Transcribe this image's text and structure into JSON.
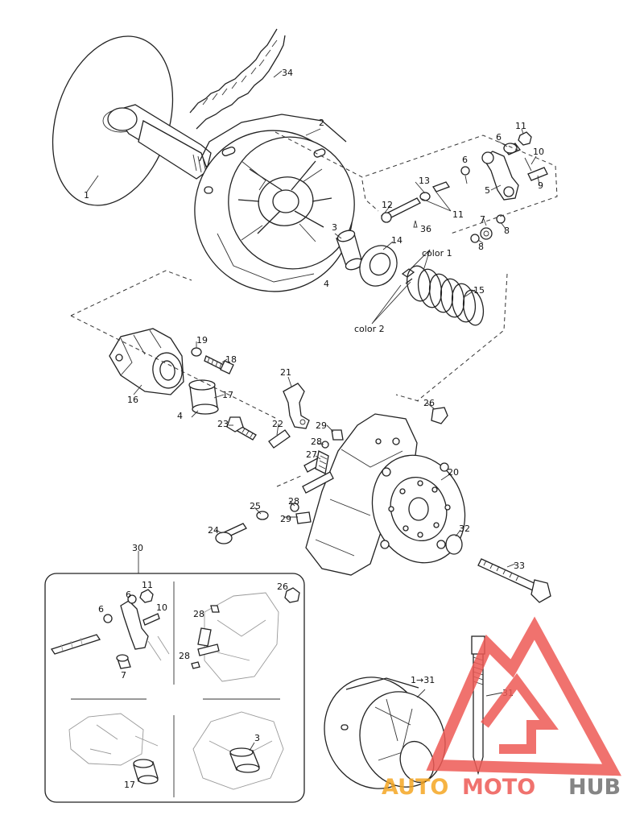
{
  "parts": {
    "p1": "1",
    "p2": "2",
    "p3": "3",
    "p4a": "4",
    "p4b": "4",
    "p5": "5",
    "p6": "6",
    "p6b": "6",
    "p7": "7",
    "p8a": "8",
    "p8b": "8",
    "p9": "9",
    "p10": "10",
    "p11": "11",
    "p11b": "11",
    "p12": "12",
    "p13": "13",
    "p14": "14",
    "p15": "15",
    "p16": "16",
    "p17": "17",
    "p18": "18",
    "p19": "19",
    "p20": "20",
    "p21": "21",
    "p22": "22",
    "p23": "23",
    "p24": "24",
    "p25": "25",
    "p26": "26",
    "p27": "27",
    "p28a": "28",
    "p28b": "28",
    "p29a": "29",
    "p29b": "29",
    "p30": "30",
    "p31": "31",
    "p32": "32",
    "p33": "33",
    "p34": "34",
    "p36": "36",
    "p1to31": "1→31"
  },
  "notes": {
    "color1": "color 1",
    "color2": "color 2"
  },
  "inset": {
    "p6a": "6",
    "p6b": "6",
    "p11": "11",
    "p10": "10",
    "p7": "7",
    "p26": "26",
    "p28a": "28",
    "p28b": "28",
    "p17": "17",
    "p3": "3"
  },
  "watermark": {
    "part1": "AUTO",
    "part2": "MOTO",
    "part3": "HUB"
  },
  "colors": {
    "ink": "#222222",
    "watermark_red": "#ee5a55",
    "watermark_orange": "#f5a623",
    "watermark_grey": "#707070"
  }
}
